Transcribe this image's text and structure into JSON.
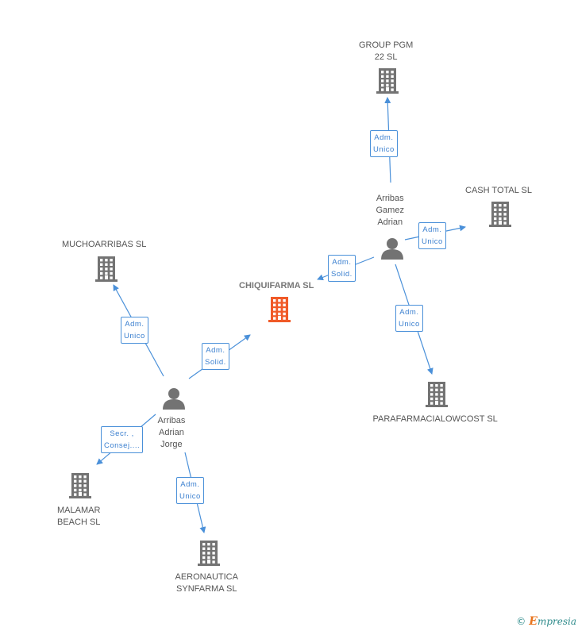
{
  "colors": {
    "edge": "#4a90d9",
    "company": "#737373",
    "focus_company": "#f05a28",
    "person": "#737373"
  },
  "nodes": {
    "group_pgm": {
      "type": "company",
      "label": [
        "GROUP PGM",
        "22  SL"
      ],
      "icon": "building-icon"
    },
    "cash_total": {
      "type": "company",
      "label": [
        "CASH TOTAL SL"
      ],
      "icon": "building-icon"
    },
    "muchoarribas": {
      "type": "company",
      "label": [
        "MUCHOARRIBAS SL"
      ],
      "icon": "building-icon"
    },
    "chiquifarma": {
      "type": "company",
      "label": [
        "CHIQUIFARMA SL"
      ],
      "icon": "building-icon",
      "focus": true
    },
    "parafarmacia": {
      "type": "company",
      "label": [
        "PARAFARMACIALOWCOST SL"
      ],
      "icon": "building-icon"
    },
    "malamar": {
      "type": "company",
      "label": [
        "MALAMAR",
        "BEACH SL"
      ],
      "icon": "building-icon"
    },
    "aeronautica": {
      "type": "company",
      "label": [
        "AERONAUTICA",
        "SYNFARMA SL"
      ],
      "icon": "building-icon"
    },
    "arribas_gamez": {
      "type": "person",
      "label": [
        "Arribas",
        "Gamez",
        "Adrian"
      ],
      "icon": "person-icon"
    },
    "arribas_jorge": {
      "type": "person",
      "label": [
        "Arribas",
        "Adrian",
        "Jorge"
      ],
      "icon": "person-icon"
    }
  },
  "edges": [
    {
      "id": "e1",
      "from": "arribas_gamez",
      "to": "group_pgm",
      "label": [
        "Adm.",
        "Unico"
      ]
    },
    {
      "id": "e2",
      "from": "arribas_gamez",
      "to": "cash_total",
      "label": [
        "Adm.",
        "Unico"
      ]
    },
    {
      "id": "e3",
      "from": "arribas_gamez",
      "to": "chiquifarma",
      "label": [
        "Adm.",
        "Solid."
      ]
    },
    {
      "id": "e4",
      "from": "arribas_gamez",
      "to": "parafarmacia",
      "label": [
        "Adm.",
        "Unico"
      ]
    },
    {
      "id": "e5",
      "from": "arribas_jorge",
      "to": "muchoarribas",
      "label": [
        "Adm.",
        "Unico"
      ]
    },
    {
      "id": "e6",
      "from": "arribas_jorge",
      "to": "chiquifarma",
      "label": [
        "Adm.",
        "Solid."
      ]
    },
    {
      "id": "e7",
      "from": "arribas_jorge",
      "to": "malamar",
      "label": [
        "Secr. ,",
        "Consej...."
      ]
    },
    {
      "id": "e8",
      "from": "arribas_jorge",
      "to": "aeronautica",
      "label": [
        "Adm.",
        "Unico"
      ]
    }
  ],
  "footer": {
    "copyright": "©",
    "brand_initial": "E",
    "brand_rest": "mpresia"
  }
}
